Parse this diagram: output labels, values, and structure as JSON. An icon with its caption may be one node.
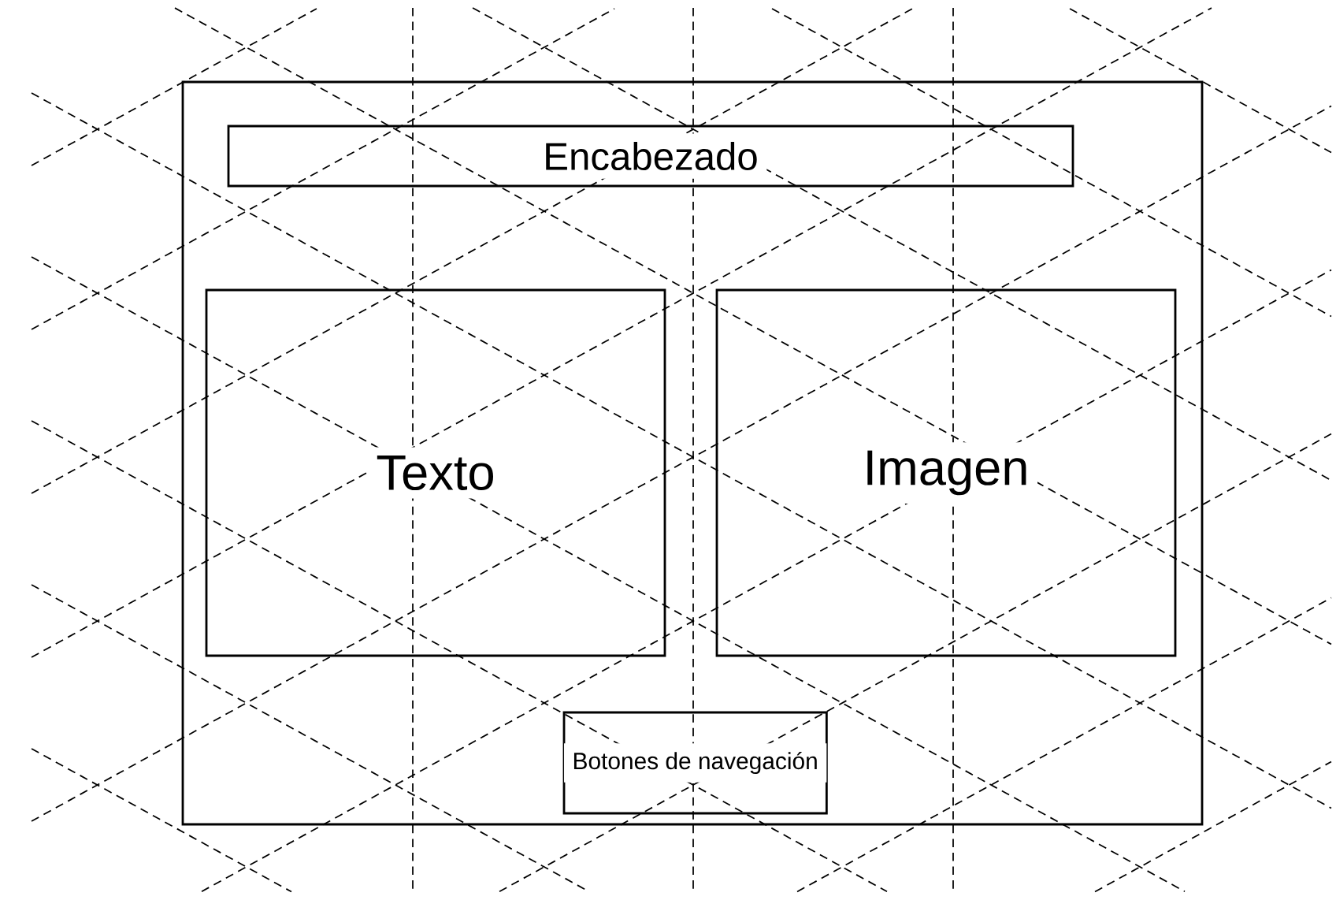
{
  "diagram": {
    "nodes": [
      {
        "text": [],
        "shape": "box"
      },
      {
        "text": [
          "Encabezado"
        ],
        "in": 0
      },
      {
        "text": [
          "Texto"
        ],
        "in": 0
      },
      {
        "text": [
          "Imagen"
        ],
        "in": 0
      },
      {
        "text": [
          "Botones de navegación"
        ],
        "in": 0
      }
    ]
  }
}
